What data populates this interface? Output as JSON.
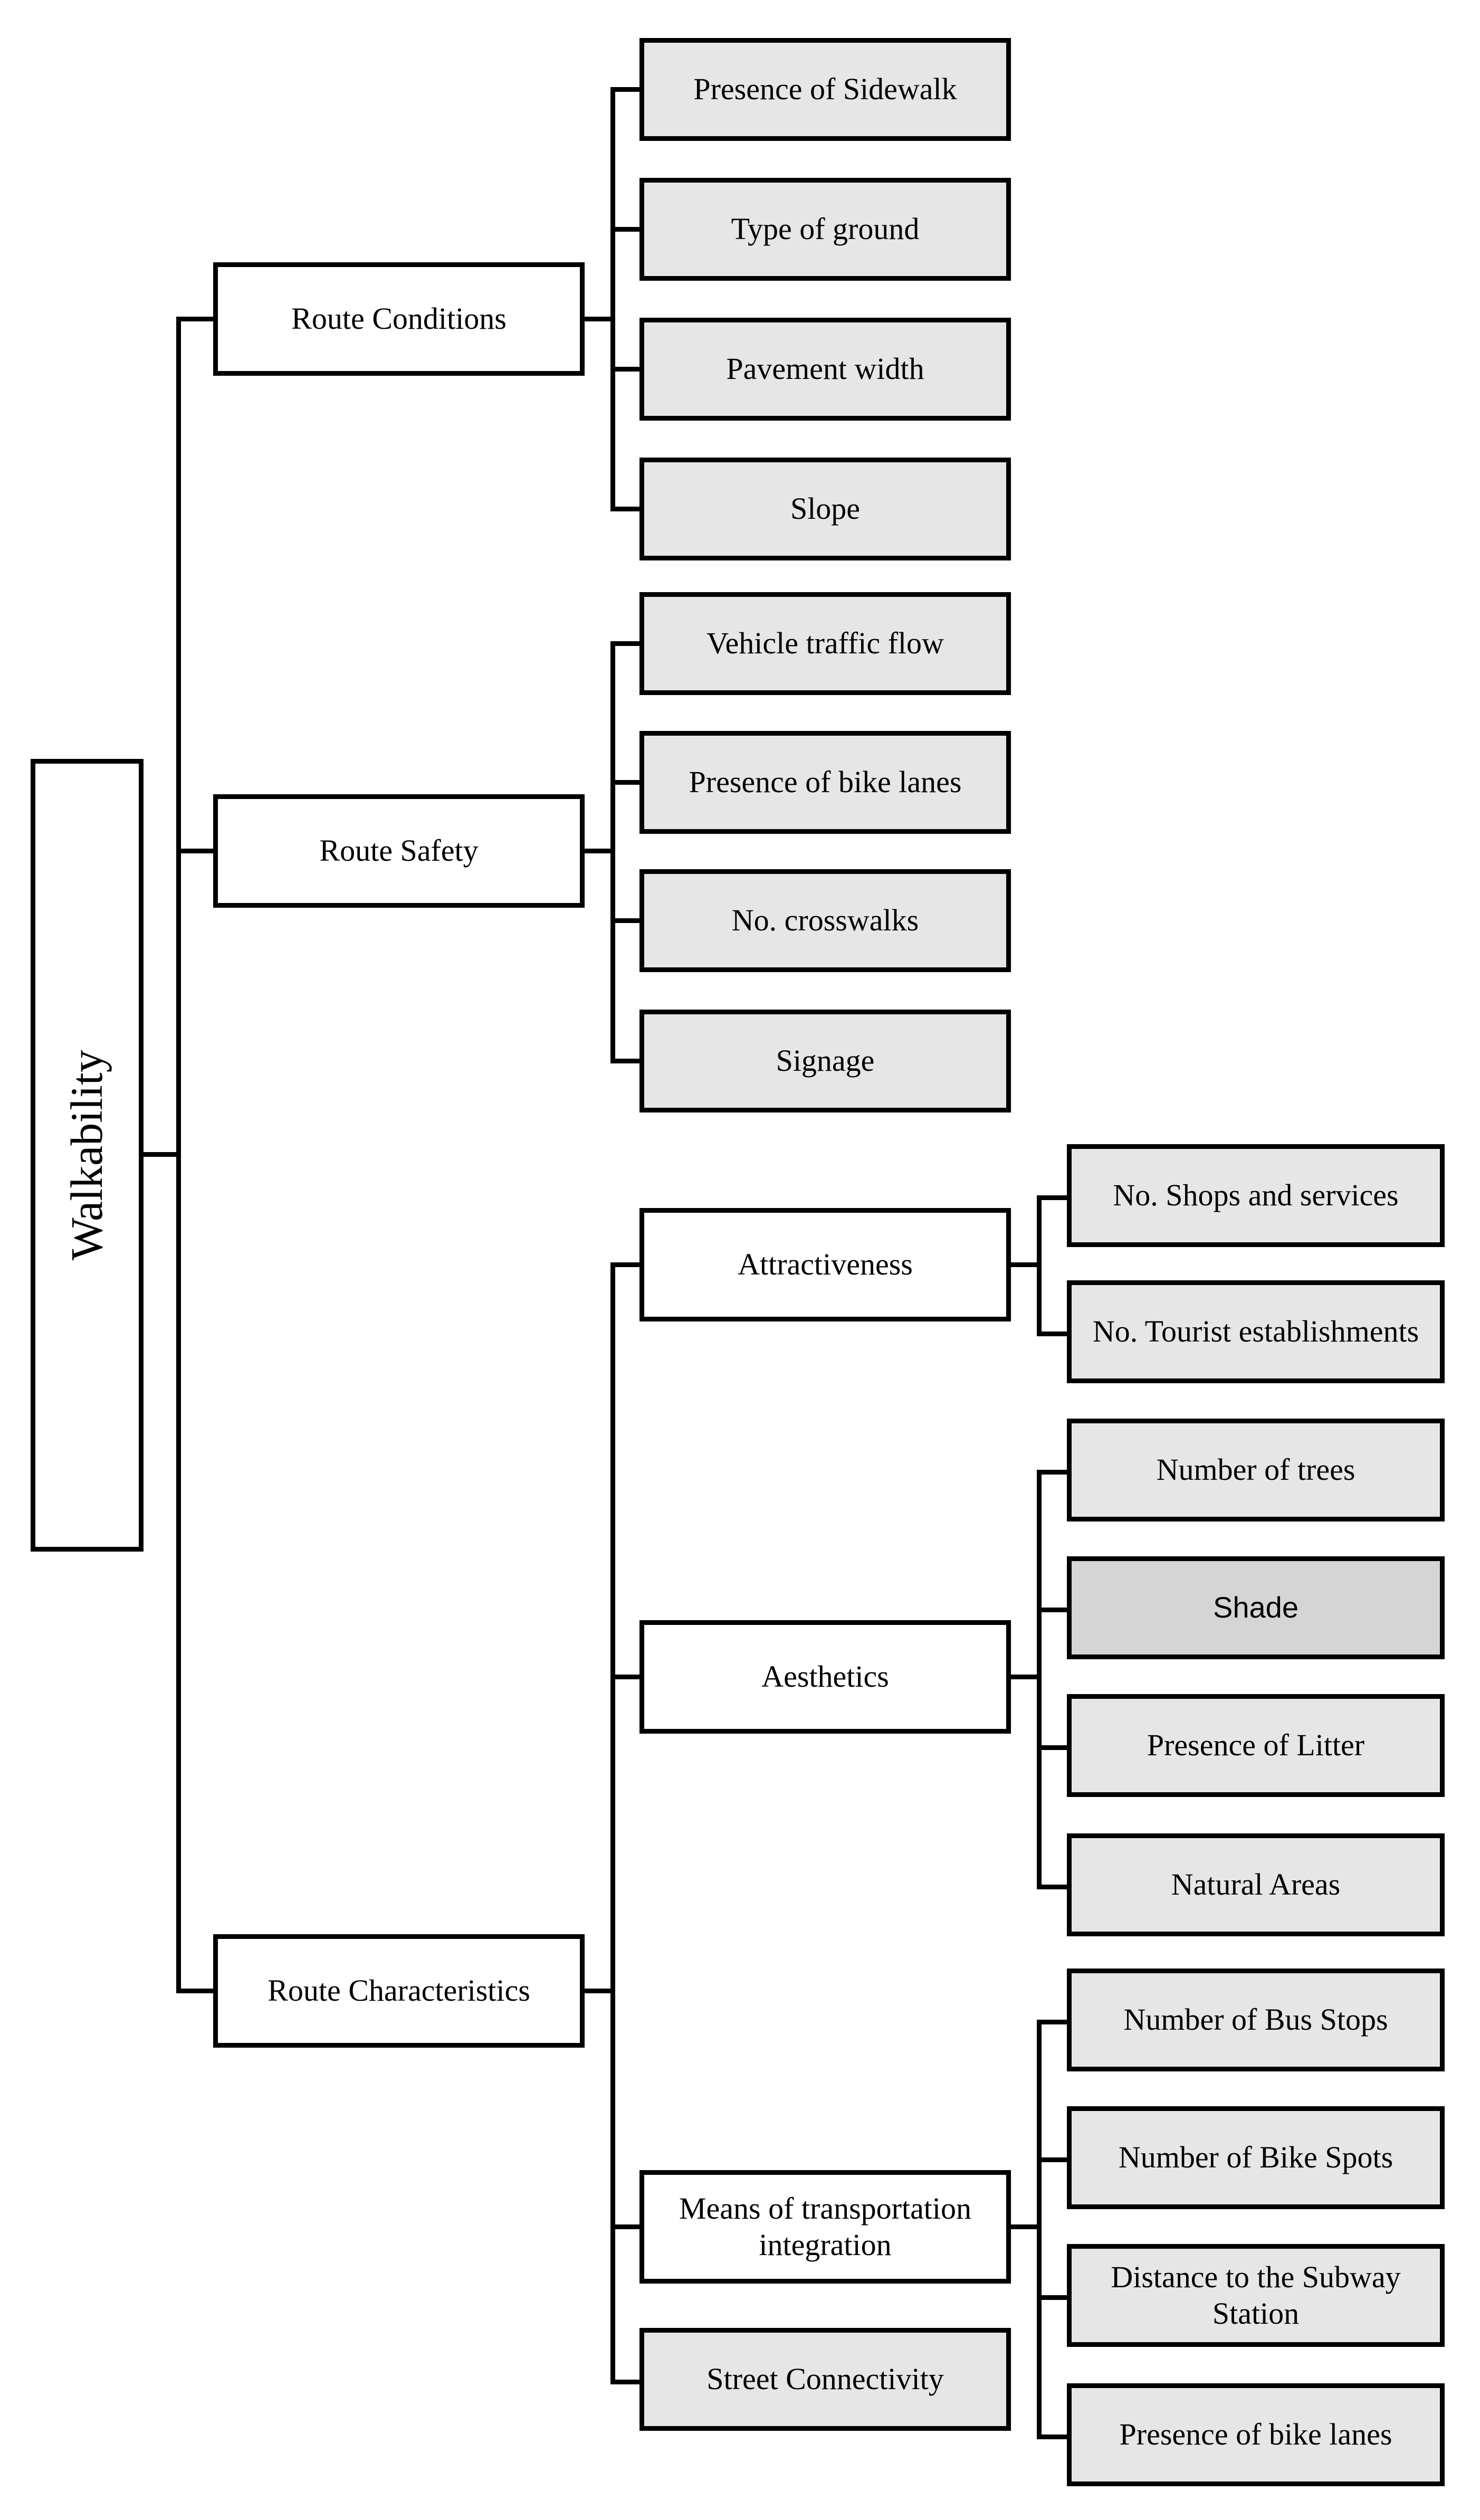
{
  "diagram": {
    "title": "Walkability",
    "type": "hierarchy-tree",
    "orientation": "left-to-right",
    "colors": {
      "line": "#000000",
      "category_fill": "#ffffff",
      "leaf_fill": "#e6e6e6",
      "highlight_fill": "#d5d5d5",
      "text": "#000000"
    },
    "root": {
      "label": "Walkability",
      "rotated": "true"
    },
    "branches": [
      {
        "label": "Route Conditions",
        "children": [
          {
            "label": "Presence of Sidewalk"
          },
          {
            "label": "Type of ground"
          },
          {
            "label": "Pavement width"
          },
          {
            "label": "Slope"
          }
        ]
      },
      {
        "label": "Route Safety",
        "children": [
          {
            "label": "Vehicle traffic flow"
          },
          {
            "label": "Presence of bike lanes"
          },
          {
            "label": "No. crosswalks"
          },
          {
            "label": "Signage"
          }
        ]
      },
      {
        "label": "Route Characteristics",
        "children": [
          {
            "label": "Attractiveness",
            "children": [
              {
                "label": "No. Shops and services"
              },
              {
                "label": "No. Tourist establishments"
              }
            ]
          },
          {
            "label": "Aesthetics",
            "children": [
              {
                "label": "Number of trees"
              },
              {
                "label": "Shade",
                "highlighted": "true"
              },
              {
                "label": "Presence of Litter"
              },
              {
                "label": "Natural Areas"
              }
            ]
          },
          {
            "label": "Means of transportation integration",
            "children": [
              {
                "label": "Number of Bus Stops"
              },
              {
                "label": "Number of Bike Spots"
              },
              {
                "label": "Distance to the Subway Station"
              },
              {
                "label": "Presence of bike lanes"
              }
            ]
          },
          {
            "label": "Street Connectivity",
            "leaf": "true"
          }
        ]
      }
    ]
  }
}
